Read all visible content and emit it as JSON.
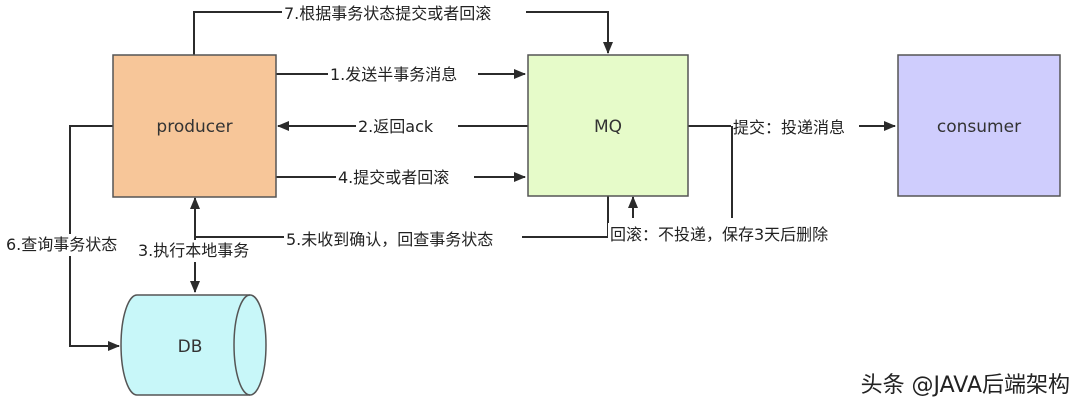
{
  "nodes": {
    "producer": {
      "label": "producer",
      "fill": "#f7c699"
    },
    "mq": {
      "label": "MQ",
      "fill": "#e6fbc9"
    },
    "consumer": {
      "label": "consumer",
      "fill": "#cfcdfd"
    },
    "db": {
      "label": "DB",
      "fill": "#c8f7f9"
    }
  },
  "edges": {
    "e1": "1.发送半事务消息",
    "e2": "2.返回ack",
    "e3": "3.执行本地事务",
    "e4": "4.提交或者回滚",
    "e5": "5.未收到确认，回查事务状态",
    "e6": "6.查询事务状态",
    "e7": "7.根据事务状态提交或者回滚",
    "commit": "提交：投递消息",
    "rollback": "回滚：不投递，保存3天后删除"
  },
  "watermark": "头条 @JAVA后端架构",
  "colors": {
    "stroke": "#2b2b2b",
    "box_border": "#555555"
  }
}
